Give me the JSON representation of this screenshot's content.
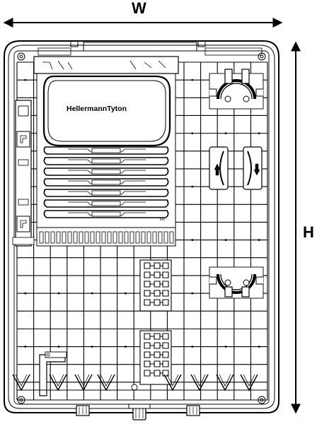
{
  "dimensions": {
    "width_label": "W",
    "height_label": "H"
  },
  "splice_cassette": {
    "brand": "HellermannTyton",
    "tray_count": 7
  },
  "enclosure": {
    "grid_columns": 15,
    "grid_rows": 19
  }
}
